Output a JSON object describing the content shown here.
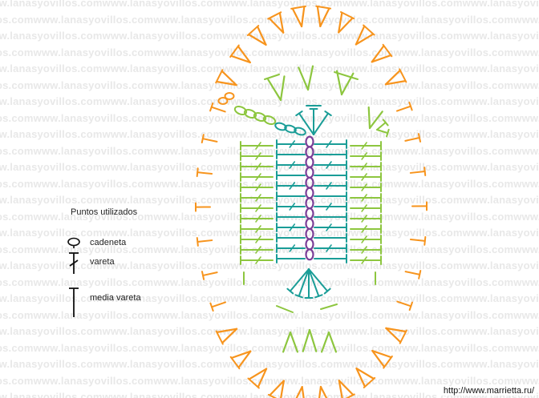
{
  "watermark": {
    "text": "www.lanasyovillos.com",
    "color": "#e8e8e8"
  },
  "legend": {
    "title": "Puntos utilizados",
    "items": [
      {
        "symbol": "chain-icon",
        "label": "cadeneta"
      },
      {
        "symbol": "double-crochet-icon",
        "label": "vareta"
      },
      {
        "symbol": "half-double-crochet-icon",
        "label": "media vareta"
      }
    ]
  },
  "credit": "http://www.marrietta.ru/",
  "colors": {
    "round1": "#7b3f98",
    "round2": "#1a9d97",
    "round3": "#8dc63f",
    "round4": "#f7941d"
  }
}
